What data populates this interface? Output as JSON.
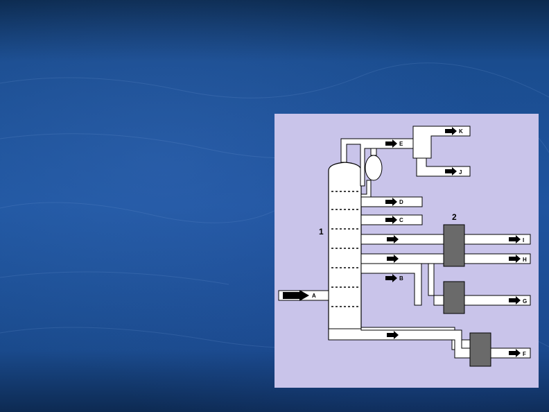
{
  "diagram": {
    "colors": {
      "panel_background": "#c9c4ea",
      "pipe_fill": "#ffffff",
      "outline": "#000000",
      "unit_fill": "#6a6a6a"
    },
    "labels": {
      "column": "1",
      "units": "2",
      "feed": "A",
      "stream_b": "B",
      "stream_c": "C",
      "stream_d": "D",
      "stream_e": "E",
      "stream_f": "F",
      "stream_g": "G",
      "stream_h": "H",
      "stream_i": "I",
      "stream_j": "J",
      "stream_k": "K"
    }
  }
}
